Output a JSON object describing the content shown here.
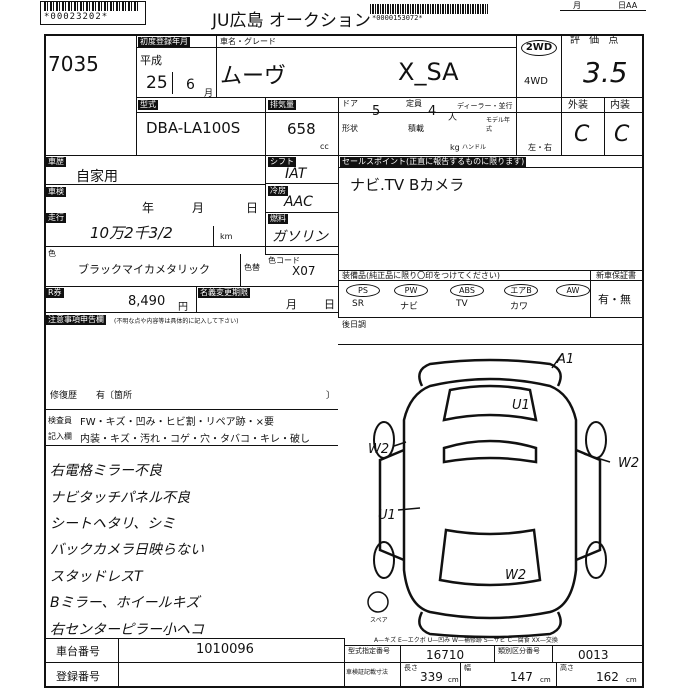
{
  "header": {
    "top_code": "*00023202*",
    "venue": "JU広島 オークション",
    "barcode_digits": "*0000153072*",
    "month_label": "月",
    "day_label": "日AA"
  },
  "lot_no": "7035",
  "registration": {
    "label": "初度登録年月",
    "era": "平成",
    "year": "25",
    "month": "6",
    "month_unit": "月"
  },
  "model": {
    "label": "車名・グレード",
    "name": "ムーヴ",
    "grade": "X_SA"
  },
  "drive": {
    "two": "2WD",
    "four": "4WD"
  },
  "score": {
    "label": "評 価 点",
    "value": "3.5"
  },
  "type": {
    "label": "型式",
    "value": "DBA-LA100S"
  },
  "displacement": {
    "label": "排気量",
    "value": "658",
    "unit": "cc"
  },
  "doors": {
    "label": "ドア",
    "value": "5"
  },
  "capacity": {
    "label": "定員",
    "value": "4",
    "unit": "人"
  },
  "dealer": {
    "label": "ディーラー・並行"
  },
  "model_year": {
    "label": "モデル年式"
  },
  "shape": {
    "label": "形状"
  },
  "load": {
    "label": "積載",
    "unit": "kg"
  },
  "handle": {
    "label": "ハンドル",
    "value": "左・右"
  },
  "grade_ext": {
    "label": "外装",
    "value": "C"
  },
  "grade_int": {
    "label": "内装",
    "value": "C"
  },
  "history": {
    "label": "車歴",
    "value": "自家用"
  },
  "shift": {
    "label": "シフト",
    "value": "IAT"
  },
  "inspection": {
    "label": "車検",
    "year": "年",
    "month": "月",
    "day": "日"
  },
  "aircon": {
    "label": "冷房",
    "value": "AAC"
  },
  "mileage": {
    "label": "走行",
    "value": "10万2千3/2",
    "unit": "km"
  },
  "fuel": {
    "label": "燃料",
    "value": "ガソリン"
  },
  "color": {
    "label": "色",
    "value": "ブラックマイカメタリック",
    "change_label": "色替"
  },
  "color_code": {
    "label": "色コード",
    "value": "X07"
  },
  "recycle": {
    "label": "R券",
    "value": "8,490",
    "unit": "円"
  },
  "name_change": {
    "label": "名義変更期限",
    "month": "月",
    "day": "日"
  },
  "sales_point": {
    "label": "セールスポイント(正直に報告するものに限ります)",
    "value": "ナビ.TV  Bカメラ"
  },
  "equipment": {
    "label": "装備品(純正品に限り〇印をつけてください)",
    "items": [
      {
        "mark": "PS",
        "label": "SR"
      },
      {
        "mark": "PW",
        "label": "ナビ"
      },
      {
        "mark": "ABS",
        "label": "TV"
      },
      {
        "mark": "エアB",
        "label": "カワ"
      },
      {
        "mark": "AW",
        "label": ""
      }
    ]
  },
  "warranty": {
    "label": "新車保証書",
    "value": "有・無"
  },
  "notes": {
    "label": "注意事項申告欄",
    "sub": "(不明な点や内容等は具体的に記入して下さい)"
  },
  "repair": {
    "label": "修復歴",
    "value": "有〔箇所",
    "close": "〕"
  },
  "damage_check": {
    "label": "検査員",
    "text": "FW・キズ・凹み・ヒビ割・リペア跡・×要"
  },
  "interior_entry": {
    "label": "記入欄",
    "text": "内装・キズ・汚れ・コゲ・穴・タバコ・キレ・破し"
  },
  "inspector_notes": [
    "右電格ミラー不良",
    "ナビタッチパネル不良",
    "シートヘタリ、シミ",
    "バックカメラ日映らない",
    "スタッドレスT",
    "Bミラー、ホイールキズ",
    "右センターピラー小ヘコ"
  ],
  "body_marks": [
    "A1",
    "U1",
    "W2",
    "W2",
    "U1",
    "W2"
  ],
  "spare_label": "スペア",
  "legend": "A—キズ E—エクボ U—凹み W—補修跡 S—サビ C—腐食 XX—交換",
  "chassis": {
    "label": "車台番号",
    "value": "1010096"
  },
  "reg_no": {
    "label": "登録番号"
  },
  "cert_no": {
    "label": "型式指定番号",
    "value": "16710"
  },
  "class_no": {
    "label": "類別区分番号",
    "value": "0013"
  },
  "length": {
    "label": "長さ",
    "value": "339",
    "unit": "cm"
  },
  "width": {
    "label": "幅",
    "value": "147",
    "unit": "cm"
  },
  "height": {
    "label": "高さ",
    "value": "162",
    "unit": "cm"
  },
  "dims_label": "車検証記載寸法"
}
